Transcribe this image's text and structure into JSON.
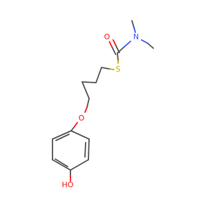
{
  "molecule": {
    "atom_labels": {
      "oxygen_carbonyl": "O",
      "nitrogen": "N",
      "sulfur": "S",
      "oxygen_ether": "O",
      "hydroxyl": "HO"
    },
    "colors": {
      "bond": "#4d4d4d",
      "oxygen": "#ff0d0d",
      "nitrogen": "#3050f8",
      "sulfur": "#c8a800",
      "background": "#ffffff"
    }
  }
}
